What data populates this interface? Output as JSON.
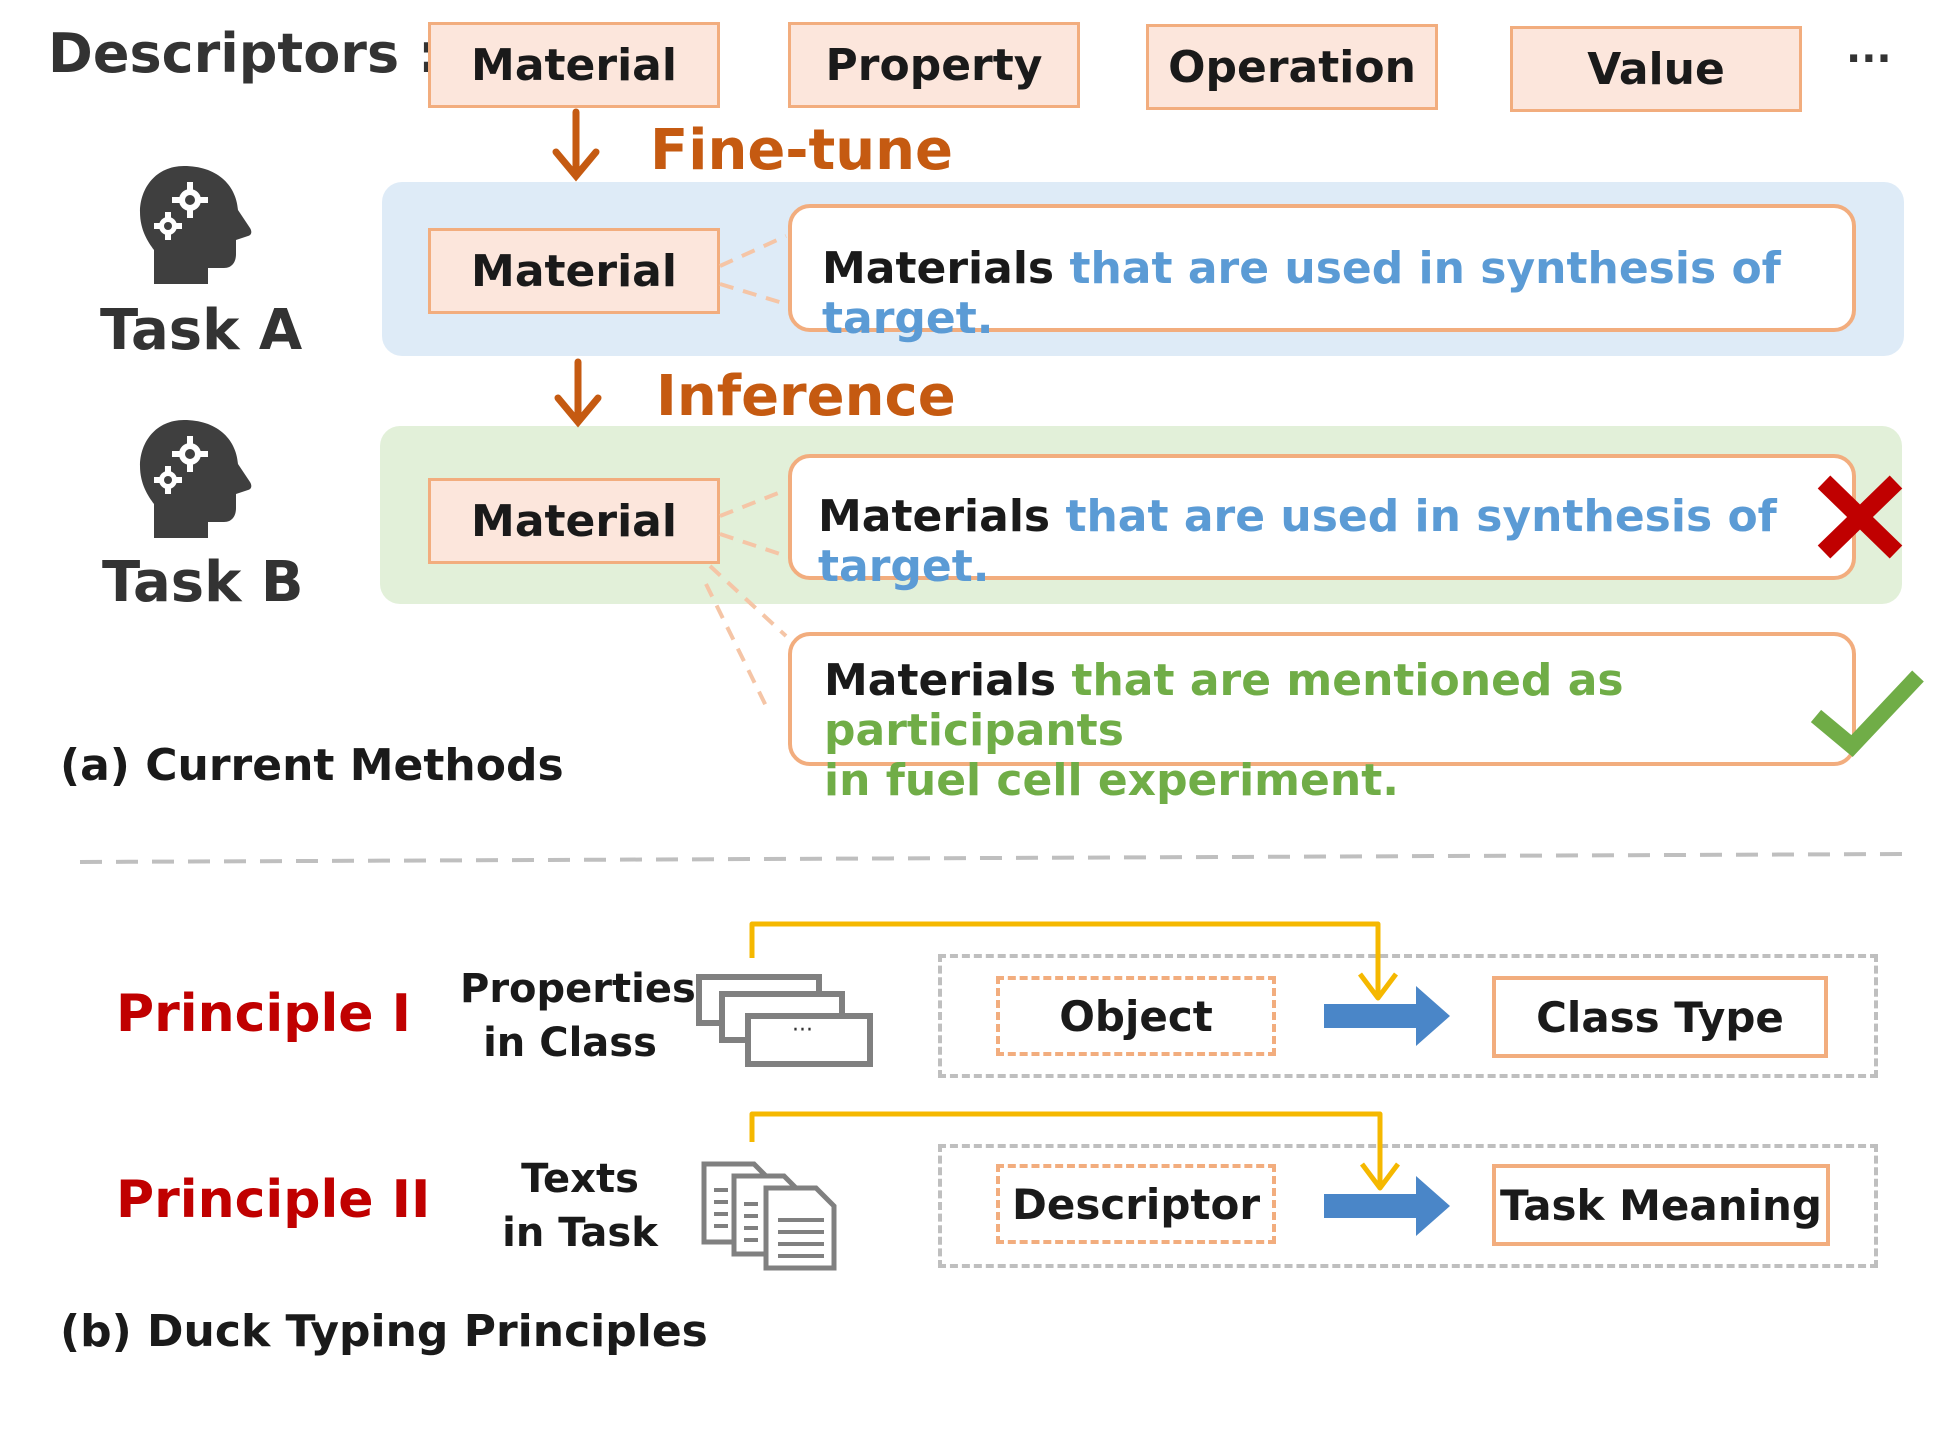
{
  "header": {
    "descriptors_label": "Descriptors :",
    "descriptors": [
      "Material",
      "Property",
      "Operation",
      "Value"
    ],
    "ellipsis": "···"
  },
  "current_methods": {
    "finetune_label": "Fine-tune",
    "inference_label": "Inference",
    "task_a": {
      "label": "Task A",
      "descriptor": "Material",
      "definition_lead": "Materials",
      "definition_rest": "that are used in synthesis of target."
    },
    "task_b": {
      "label": "Task B",
      "descriptor": "Material",
      "wrong_lead": "Materials",
      "wrong_rest": "that are used in synthesis of target.",
      "right_lead": "Materials",
      "right_rest_line1": "that are mentioned as participants",
      "right_rest_line2": "in fuel cell experiment."
    },
    "caption": "(a) Current Methods"
  },
  "principles": {
    "p1": {
      "name": "Principle I",
      "source_line1": "Properties",
      "source_line2": "in Class",
      "card_ellipsis": "···",
      "input": "Object",
      "output": "Class Type"
    },
    "p2": {
      "name": "Principle II",
      "source_line1": "Texts",
      "source_line2": "in Task",
      "input": "Descriptor",
      "output": "Task Meaning"
    },
    "caption": "(b) Duck Typing Principles"
  },
  "colors": {
    "accent_orange": "#c55a11",
    "box_fill": "#fce6dc",
    "box_border": "#f2ad7e",
    "band_blue": "#deebf7",
    "band_green": "#e2f0d9",
    "text_blue": "#5b9bd5",
    "text_green": "#70ad47",
    "principle_red": "#c00000",
    "arrow_blue": "#4a86c8",
    "connector_gold": "#f5b800",
    "cross_red": "#c00000",
    "check_green": "#70ad47"
  }
}
